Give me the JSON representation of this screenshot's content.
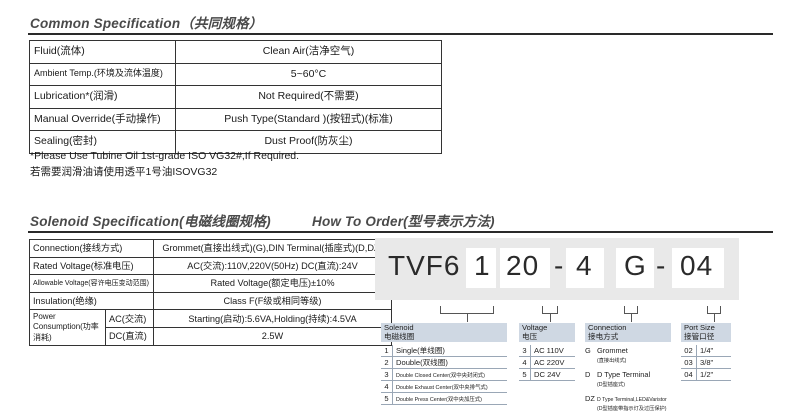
{
  "common": {
    "title": "Common Specification（共同规格）",
    "rows": [
      {
        "label": "Fluid(流体)",
        "value": "Clean Air(洁净空气)"
      },
      {
        "label": "Ambient Temp.(环境及流体温度)",
        "value": "5~60°C"
      },
      {
        "label": "Lubrication*(润滑)",
        "value": "Not Required(不需要)"
      },
      {
        "label": "Manual Override(手动操作)",
        "value": "Push Type(Standard )(按钮式)(标准)"
      },
      {
        "label": "Sealing(密封)",
        "value": "Dust Proof(防灰尘)"
      }
    ],
    "note_en": "*Please Use Tubine Oil 1st-grade ISO VG32#,If Required.",
    "note_cn": "若需要润滑油请使用透平1号油ISOVG32"
  },
  "solenoid": {
    "title": "Solenoid Specification(电磁线圈规格)",
    "rows": [
      {
        "label": "Connection(接线方式)",
        "value": "Grommet(直接出线式)(G),DIN Terminal(插座式)(D,DZ)"
      },
      {
        "label": "Rated Voltage(标准电压)",
        "value": "AC(交流):110V,220V(50Hz) DC(直流):24V"
      },
      {
        "label": "Allowable Voltage(容许电压变动范围)",
        "value": "Rated Voltage(额定电压)±10%"
      },
      {
        "label": "Insulation(绝缘)",
        "value": "Class F(F级或相同等级)"
      }
    ],
    "power_label": "Power Consumption(功率消耗)",
    "power_rows": [
      {
        "sub": "AC(交流)",
        "value": "Starting(启动):5.6VA,Holding(持续):4.5VA"
      },
      {
        "sub": "DC(直流)",
        "value": "2.5W"
      }
    ]
  },
  "order": {
    "title": "How To Order(型号表示方法)",
    "code": {
      "prefix": "TVF6",
      "seg1": "1",
      "seg2": "20",
      "dash1": "-",
      "seg3": "4",
      "seg4": "G",
      "dash2": "-",
      "seg5": "04"
    },
    "solenoid_legend": {
      "head_en": "Solenoid",
      "head_cn": "电磁线圈",
      "items": [
        {
          "k": "1",
          "v": "Single(单线圈)"
        },
        {
          "k": "2",
          "v": "Double(双线圈)"
        },
        {
          "k": "3",
          "v": "Double Closed Center(双中央封闭式)"
        },
        {
          "k": "4",
          "v": "Double Exhaust Center(双中央排气式)"
        },
        {
          "k": "5",
          "v": "Double Press Center(双中央加压式)"
        }
      ]
    },
    "voltage_legend": {
      "head_en": "Voltage",
      "head_cn": "电压",
      "items": [
        {
          "k": "3",
          "v": "AC 110V"
        },
        {
          "k": "4",
          "v": "AC 220V"
        },
        {
          "k": "5",
          "v": "DC 24V"
        }
      ]
    },
    "connection_legend": {
      "head_en": "Connection",
      "head_cn": "接电方式",
      "items": [
        {
          "k": "G",
          "v1": "Grommet",
          "v2": "(直接出线式)"
        },
        {
          "k": "D",
          "v1": "D Type Terminal",
          "v2": "(D型插座式)"
        },
        {
          "k": "DZ",
          "v1": "D Type Terminal,LED&Varistor",
          "v2": "(D型插座带指示灯及过压保护)"
        }
      ]
    },
    "port_legend": {
      "head_en": "Port Size",
      "head_cn": "接管口径",
      "items": [
        {
          "k": "02",
          "v": "1/4\""
        },
        {
          "k": "03",
          "v": "3/8\""
        },
        {
          "k": "04",
          "v": "1/2\""
        }
      ]
    }
  }
}
